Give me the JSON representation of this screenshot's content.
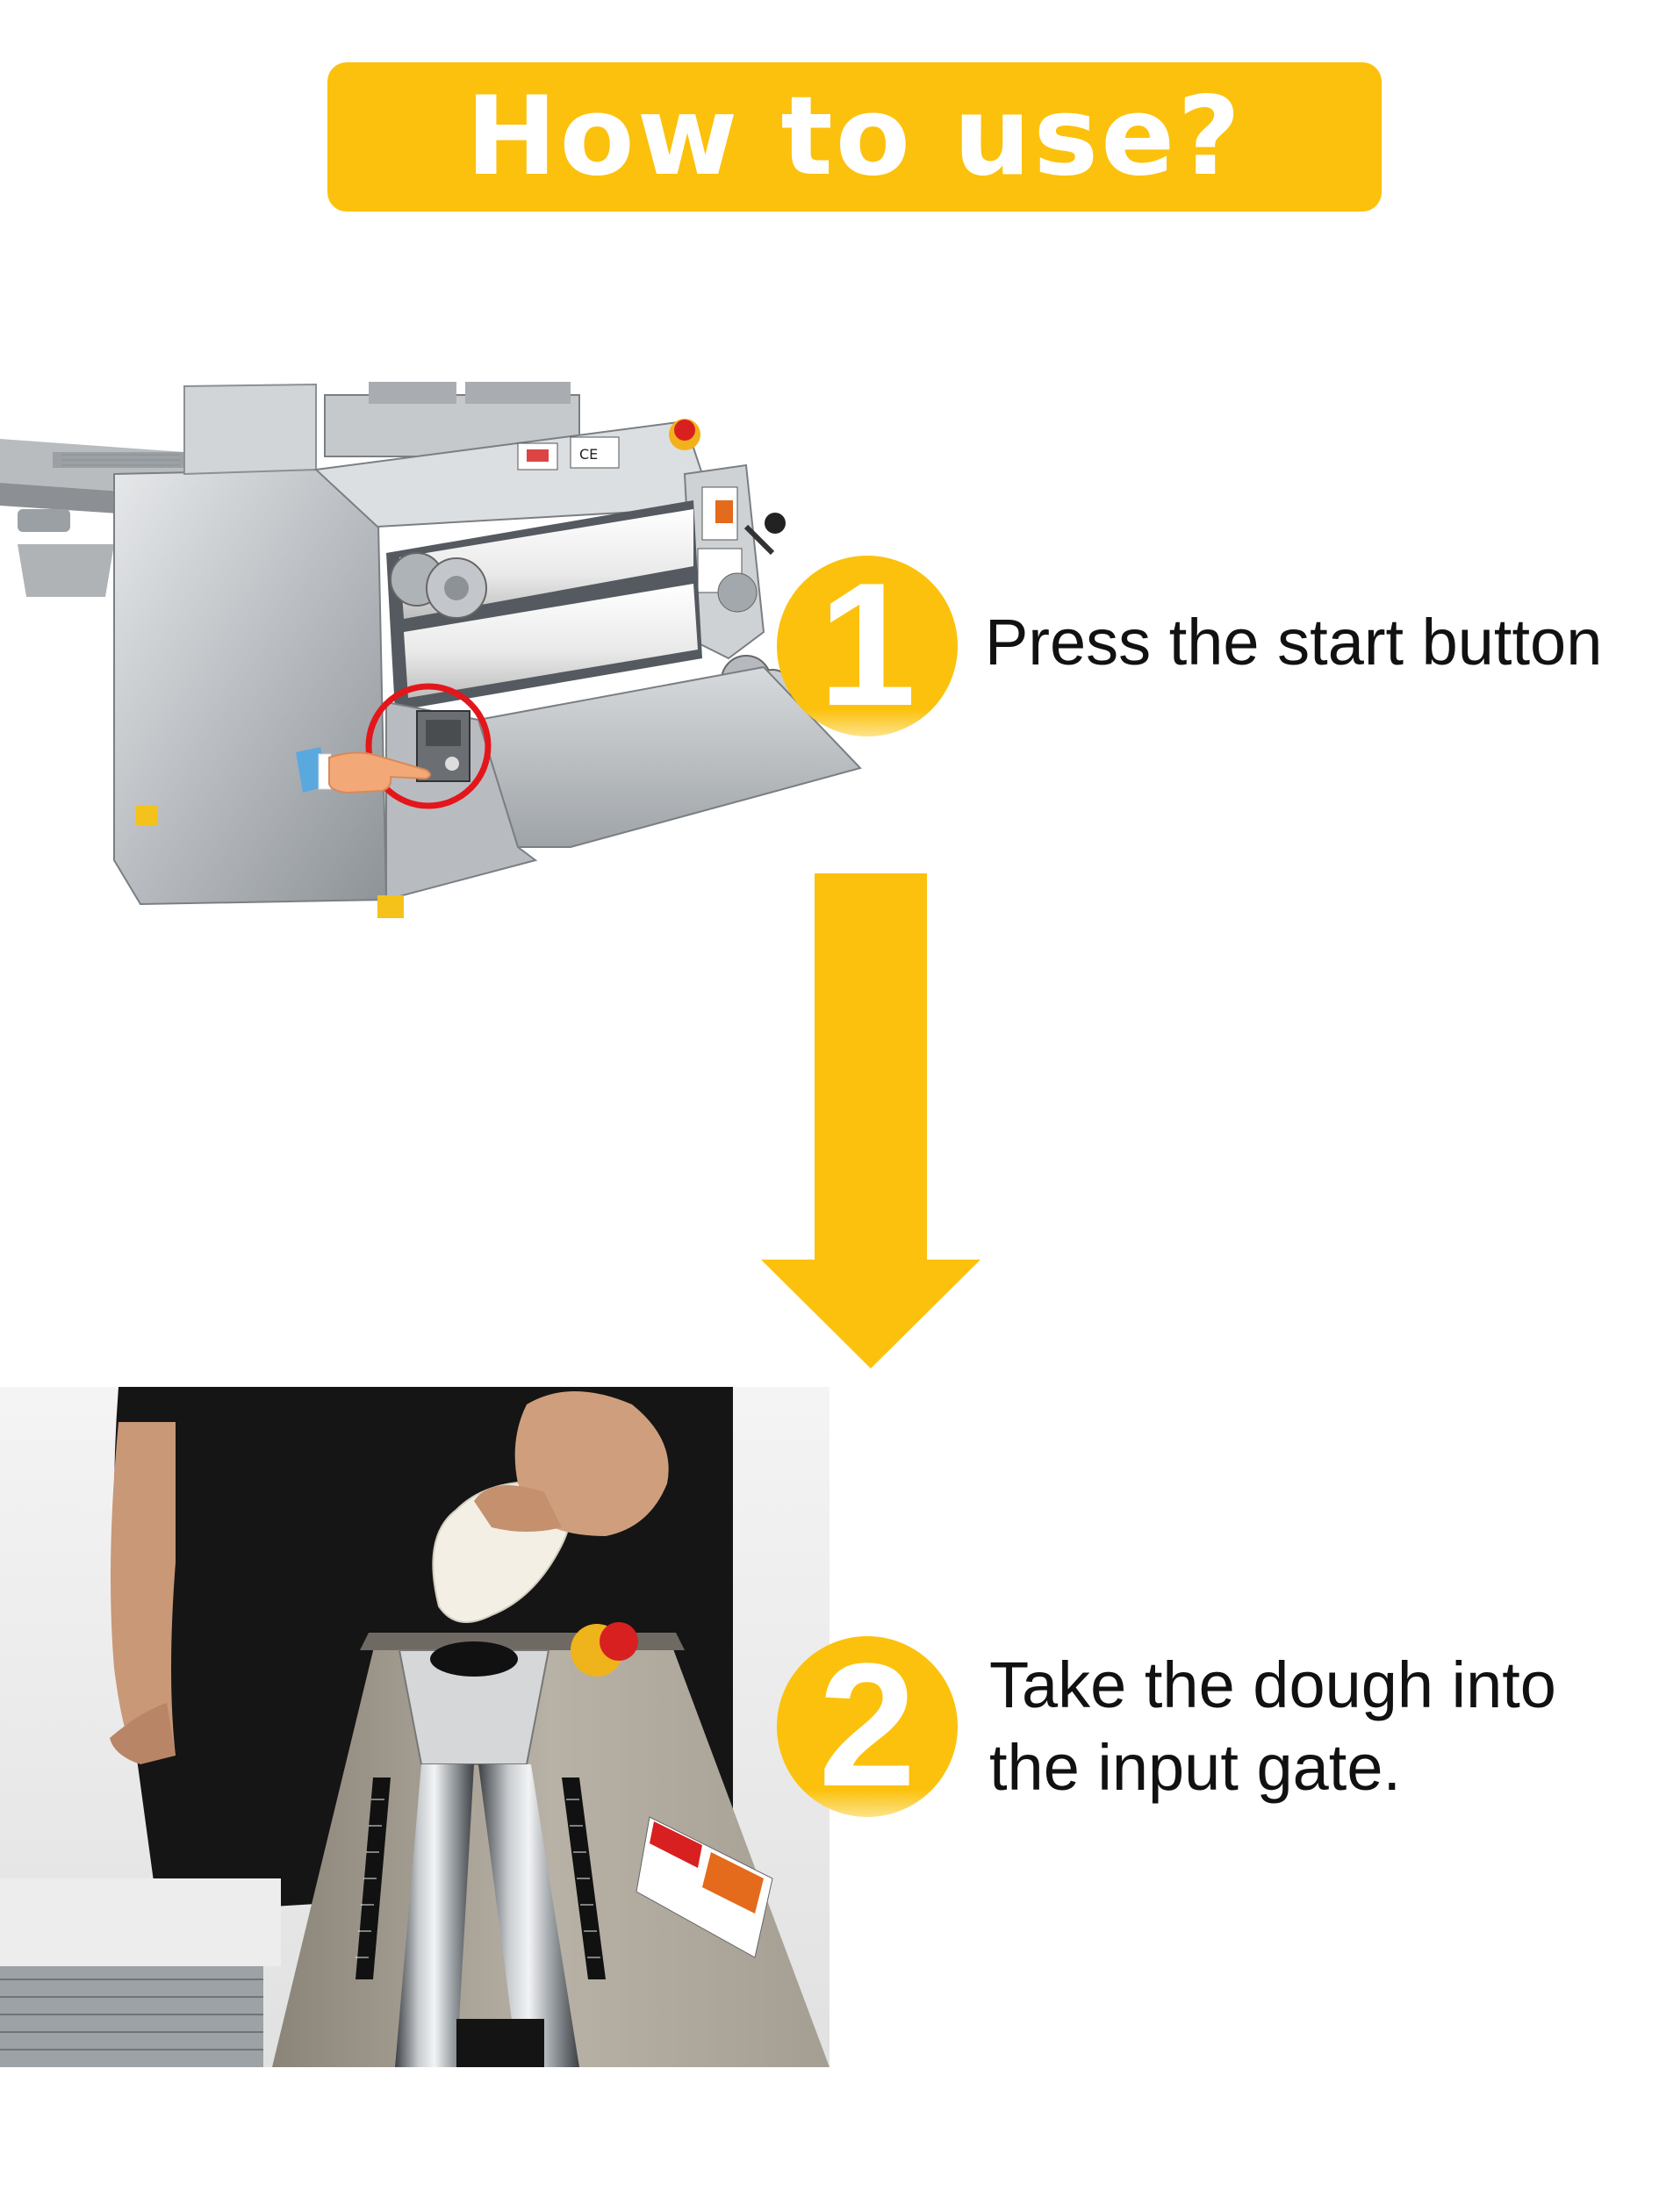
{
  "header": {
    "title": "How to use?"
  },
  "steps": [
    {
      "number": "1",
      "text_lines": [
        "Press the start button"
      ]
    },
    {
      "number": "2",
      "text_lines": [
        "Take the dough into",
        "the input gate."
      ]
    }
  ],
  "colors": {
    "accent": "#fcc10c",
    "highlight_circle": "#e3161b",
    "text": "#111111"
  },
  "icons": [
    "down-arrow-icon",
    "pointing-hand-icon"
  ],
  "images": [
    "dough-sheeter-machine-photo",
    "feeding-dough-photo"
  ]
}
